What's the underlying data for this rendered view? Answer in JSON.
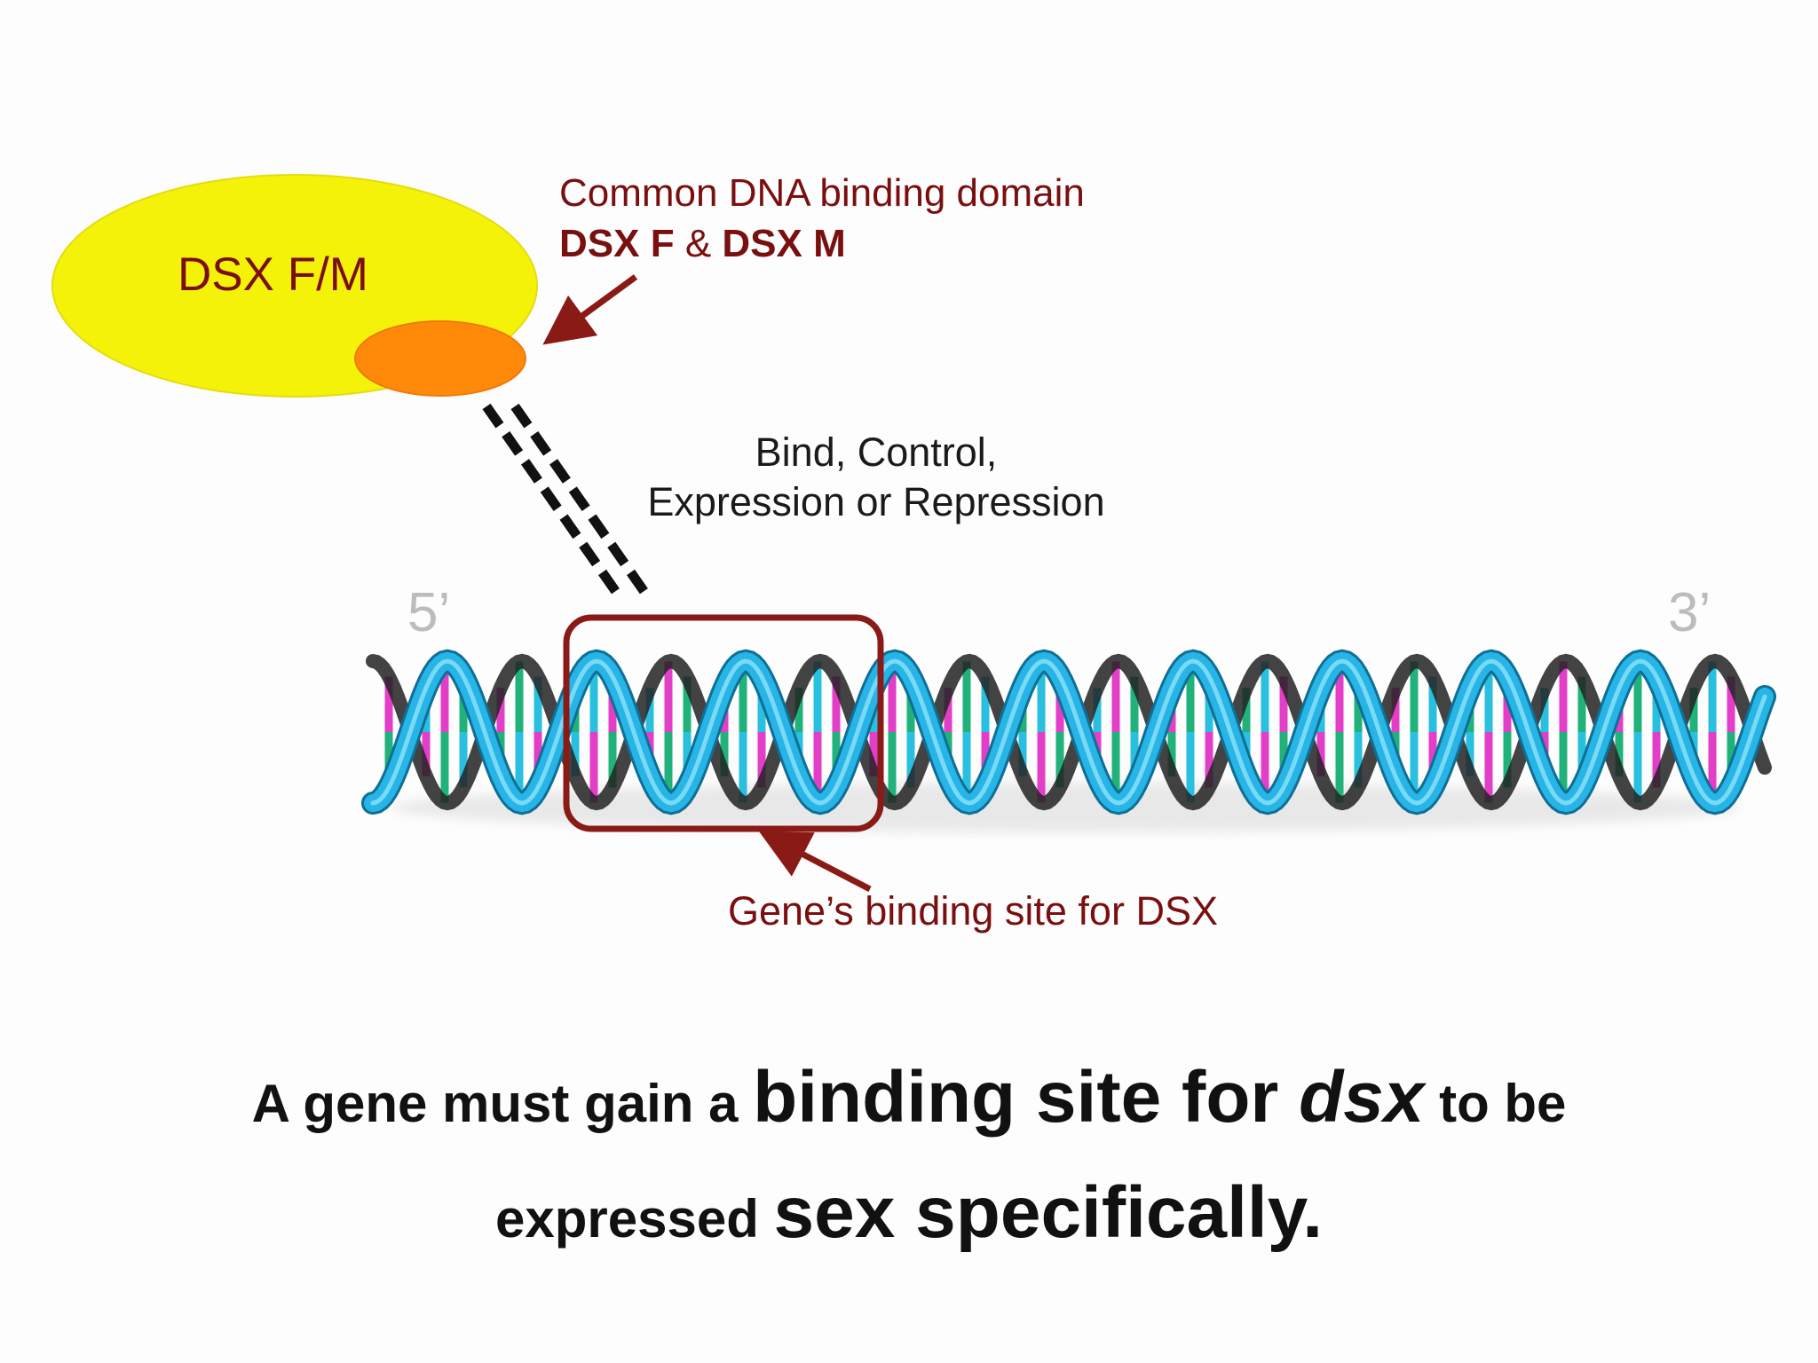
{
  "protein": {
    "label": "DSX F/M",
    "body_color": "#f5f20a",
    "domain_color": "#ff8a0a"
  },
  "domain_note": {
    "line1": "Common DNA binding domain",
    "dsx_f": "DSX F",
    "amp": "&",
    "dsx_m": "DSX M"
  },
  "action": {
    "line1": "Bind, Control,",
    "line2": "Expression or Repression"
  },
  "dna": {
    "end_5": "5’",
    "end_3": "3’",
    "strand_color": "#27b4e6",
    "base_colors": [
      "#e23ec8",
      "#20b27a",
      "#29c0e0"
    ]
  },
  "binding_site": {
    "label": "Gene’s binding site for DSX",
    "box_color": "#8a1a16"
  },
  "caption": {
    "line1_a": "A gene must gain a ",
    "line1_b": "binding site for ",
    "line1_c": "dsx",
    "line1_d": " to be",
    "line2_a": "expressed ",
    "line2_b": "sex specifically."
  }
}
